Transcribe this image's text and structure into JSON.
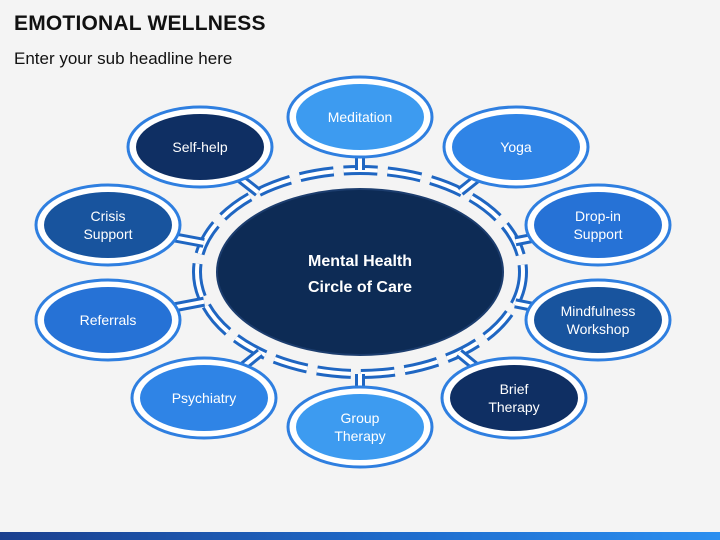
{
  "title": "EMOTIONAL WELLNESS",
  "subtitle": "Enter your sub headline here",
  "center": {
    "lines": [
      "Mental Health",
      "Circle of Care"
    ],
    "color": "#0d2b55"
  },
  "nodes": [
    {
      "id": "meditation",
      "lines": [
        "Meditation"
      ],
      "fill": "#3d9bf0"
    },
    {
      "id": "yoga",
      "lines": [
        "Yoga"
      ],
      "fill": "#2f84e6"
    },
    {
      "id": "drop-in-support",
      "lines": [
        "Drop-in",
        "Support"
      ],
      "fill": "#2672d6"
    },
    {
      "id": "mindfulness-workshop",
      "lines": [
        "Mindfulness",
        "Workshop"
      ],
      "fill": "#18549e"
    },
    {
      "id": "brief-therapy",
      "lines": [
        "Brief",
        "Therapy"
      ],
      "fill": "#0f2f63"
    },
    {
      "id": "group-therapy",
      "lines": [
        "Group",
        "Therapy"
      ],
      "fill": "#3d9bf0"
    },
    {
      "id": "psychiatry",
      "lines": [
        "Psychiatry"
      ],
      "fill": "#2f84e6"
    },
    {
      "id": "referrals",
      "lines": [
        "Referrals"
      ],
      "fill": "#2672d6"
    },
    {
      "id": "crisis-support",
      "lines": [
        "Crisis",
        "Support"
      ],
      "fill": "#18549e"
    },
    {
      "id": "self-help",
      "lines": [
        "Self-help"
      ],
      "fill": "#0f2f63"
    }
  ],
  "colors": {
    "ring": "#1f66c2",
    "node_outline": "#2f7fe0",
    "background": "#f4f4f4"
  }
}
